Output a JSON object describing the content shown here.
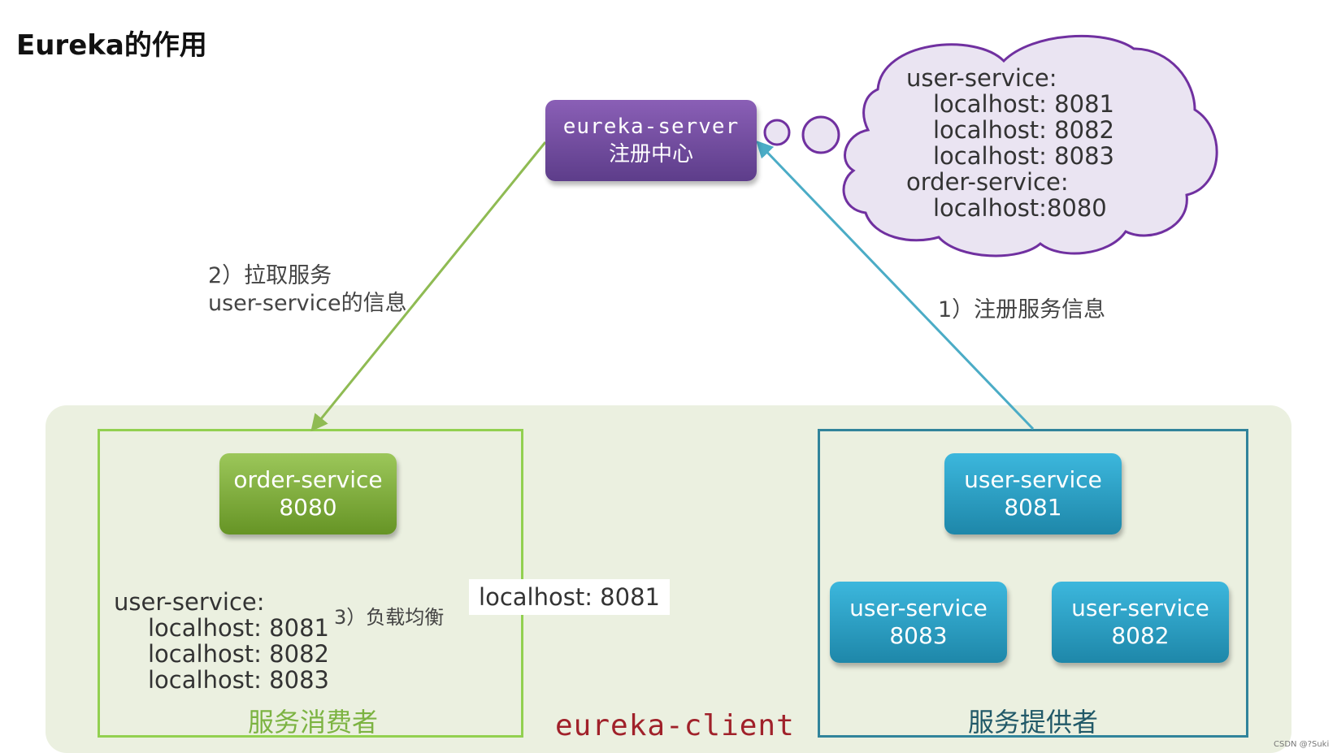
{
  "title": "Eureka的作用",
  "server": {
    "name": "eureka-server",
    "subtitle": "注册中心"
  },
  "consumer": {
    "service": {
      "name": "order-service",
      "port": "8080"
    },
    "list": {
      "header": "user-service:",
      "items": [
        "localhost: 8081",
        "localhost: 8082",
        "localhost: 8083"
      ]
    },
    "load_balance_label": "3）负载均衡",
    "selected": "localhost: 8081",
    "role": "服务消费者"
  },
  "provider": {
    "services": [
      {
        "name": "user-service",
        "port": "8081"
      },
      {
        "name": "user-service",
        "port": "8083"
      },
      {
        "name": "user-service",
        "port": "8082"
      }
    ],
    "role": "服务提供者"
  },
  "cloud": {
    "user_header": "user-service:",
    "user_items": [
      "localhost: 8081",
      "localhost: 8082",
      "localhost: 8083"
    ],
    "order_header": "order-service:",
    "order_items": [
      "localhost:8080"
    ]
  },
  "steps": {
    "register": "1）注册服务信息",
    "pull_line1": "2）拉取服务",
    "pull_line2": "user-service的信息"
  },
  "client_label": "eureka-client",
  "watermark": "CSDN @?Suki",
  "colors": {
    "server": "#7030a0",
    "consumer": "#92d050",
    "provider": "#31849b",
    "client_area": "#ebf0e0",
    "cloud_fill": "#eae4f2",
    "cloud_stroke": "#7030a0",
    "client_label": "#a0212a"
  }
}
